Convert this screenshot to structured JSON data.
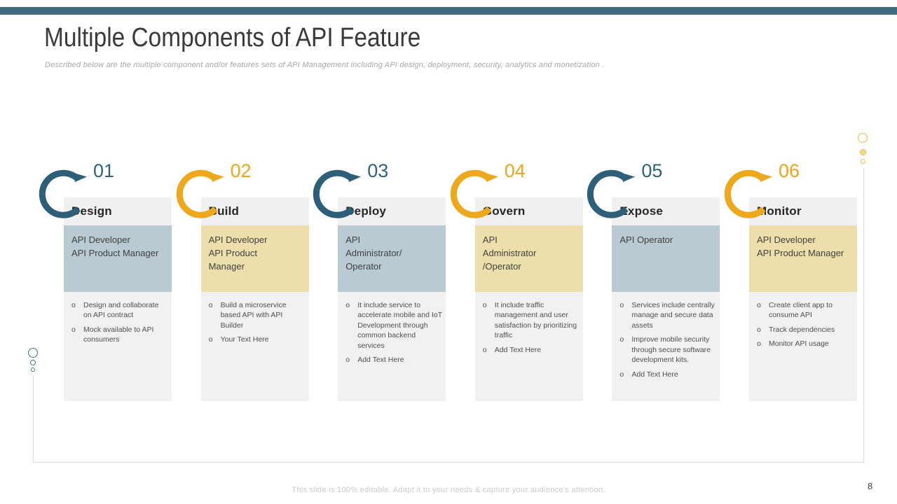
{
  "slide": {
    "title": "Multiple Components of API Feature",
    "subtitle": "Described below are the multiple component and/or features sets of API Management including API design, deployment, security, analytics and monetization .",
    "footer": "This slide is 100% editable. Adapt it to your needs & capture your audience's attention.",
    "page_number": "8"
  },
  "bullet_marker": "o",
  "colors": {
    "teal": "#2e5f78",
    "gold": "#eda81c",
    "teal_number": "#30627c",
    "gold_number": "#eca51d",
    "top_bar": "#406a7e",
    "role_bg_teal": "#b9cad2",
    "role_bg_gold": "#ecdfab",
    "header_bg": "#f0f0f0",
    "bullets_bg": "#f1f1f1"
  },
  "columns": [
    {
      "number": "01",
      "accent": "teal",
      "title": "Design",
      "roles": "API Developer\nAPI Product Manager",
      "bullets": [
        "Design and collaborate on API contract",
        "Mock available to API consumers"
      ]
    },
    {
      "number": "02",
      "accent": "gold",
      "title": "Build",
      "roles": "API Developer\nAPI Product\nManager",
      "bullets": [
        "Build a microservice based API with API Builder",
        "Your Text Here"
      ]
    },
    {
      "number": "03",
      "accent": "teal",
      "title": "Deploy",
      "roles": "API\nAdministrator/\nOperator",
      "bullets": [
        "It include service to accelerate mobile and IoT Development through common backend services",
        "Add Text Here"
      ]
    },
    {
      "number": "04",
      "accent": "gold",
      "title": "Govern",
      "roles": "API\nAdministrator\n/Operator",
      "bullets": [
        "It include traffic management and user satisfaction by prioritizing traffic",
        "Add Text Here"
      ]
    },
    {
      "number": "05",
      "accent": "teal",
      "title": "Expose",
      "roles": "API Operator",
      "bullets": [
        "Services include centrally manage and secure data assets",
        "Improve mobile security through secure software development kits.",
        "Add Text Here"
      ]
    },
    {
      "number": "06",
      "accent": "gold",
      "title": "Monitor",
      "roles": "API Developer\nAPI Product Manager",
      "bullets": [
        "Create client app to consume API",
        "Track dependencies",
        "Monitor API usage"
      ]
    }
  ]
}
